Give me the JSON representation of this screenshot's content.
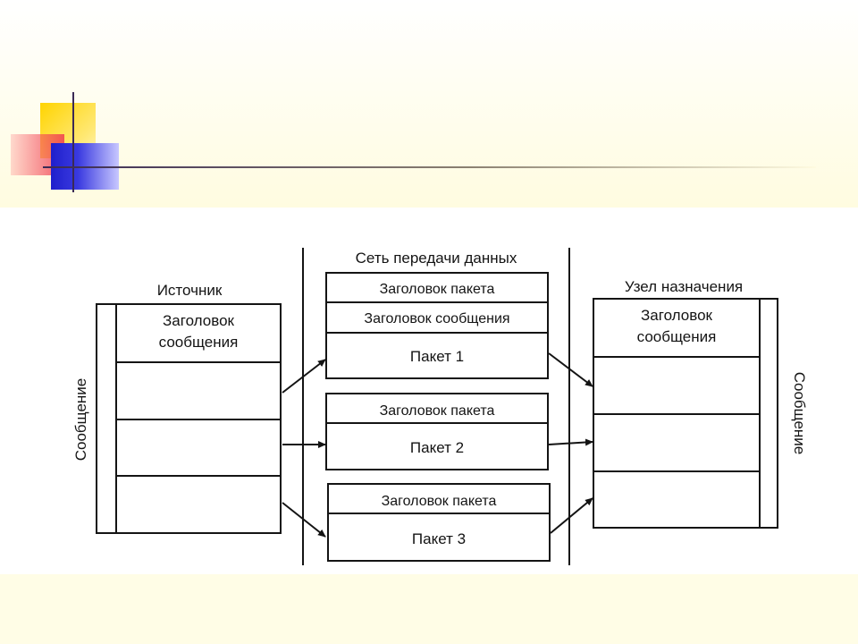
{
  "diagram": {
    "network_title": "Сеть передачи данных",
    "source": {
      "title": "Источник",
      "side_label": "Сообщение",
      "header_line1": "Заголовок",
      "header_line2": "сообщения"
    },
    "destination": {
      "title": "Узел назначения",
      "side_label": "Сообщение",
      "header_line1": "Заголовок",
      "header_line2": "сообщения"
    },
    "packets": [
      {
        "packet_header": "Заголовок пакета",
        "message_header": "Заголовок сообщения",
        "label": "Пакет 1"
      },
      {
        "packet_header": "Заголовок пакета",
        "label": "Пакет 2"
      },
      {
        "packet_header": "Заголовок пакета",
        "label": "Пакет 3"
      }
    ]
  }
}
